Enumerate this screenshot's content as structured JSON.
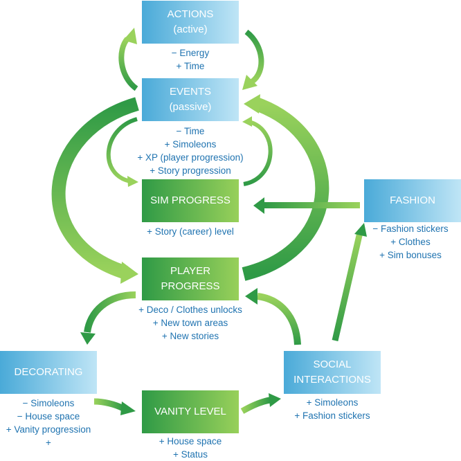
{
  "nodes": {
    "actions": {
      "title": [
        "ACTIONS",
        "(active)"
      ],
      "effects": [
        "− Energy",
        "+ Time"
      ]
    },
    "events": {
      "title": [
        "EVENTS",
        "(passive)"
      ],
      "effects": [
        "− Time",
        "+ Simoleons",
        "+ XP (player progression)",
        "+ Story progression"
      ]
    },
    "sim_progress": {
      "title": [
        "SIM PROGRESS"
      ],
      "effects": [
        "+ Story (career) level"
      ]
    },
    "player_progress": {
      "title": [
        "PLAYER",
        "PROGRESS"
      ],
      "effects": [
        "+ Deco / Clothes unlocks",
        "+ New town areas",
        "+ New stories"
      ]
    },
    "fashion": {
      "title": [
        "FASHION"
      ],
      "effects": [
        "− Fashion stickers",
        "+ Clothes",
        "+ Sim bonuses"
      ]
    },
    "decorating": {
      "title": [
        "DECORATING"
      ],
      "effects": [
        "− Simoleons",
        "− House space",
        "+ Vanity progression",
        "+"
      ]
    },
    "vanity": {
      "title": [
        "VANITY LEVEL"
      ],
      "effects": [
        "+ House space",
        "+ Status"
      ]
    },
    "social": {
      "title": [
        "SOCIAL",
        "INTERACTIONS"
      ],
      "effects": [
        "+ Simoleons",
        "+ Fashion stickers"
      ]
    }
  },
  "colors": {
    "blue_dark": "#4aaad8",
    "blue_light": "#bfe5f6",
    "green_dark": "#2f9a46",
    "green_light": "#98d05a",
    "text": "#1f73b0"
  }
}
